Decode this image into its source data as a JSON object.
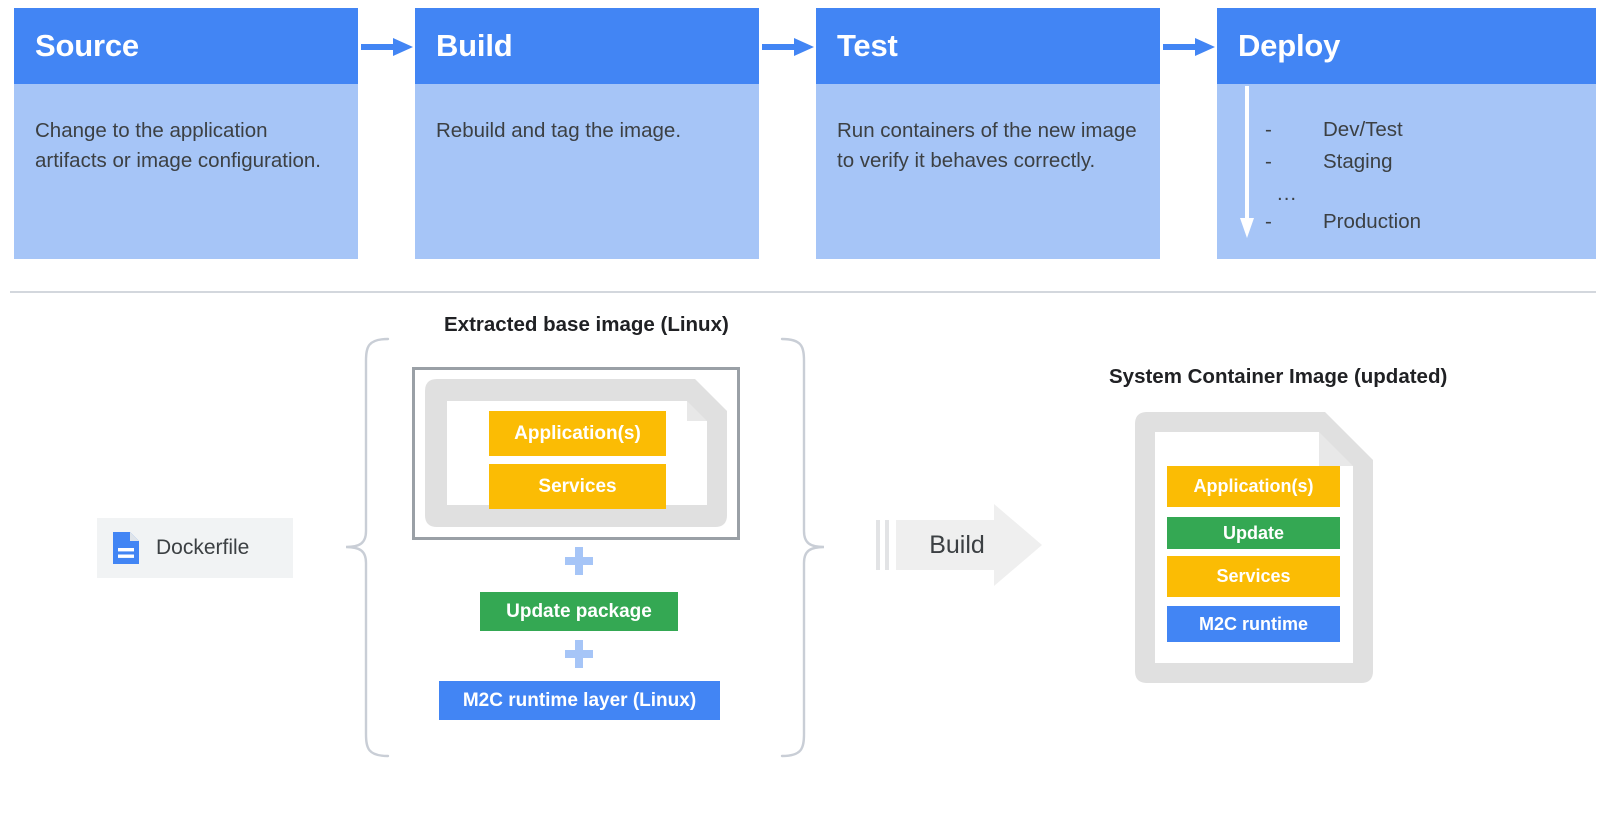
{
  "pipeline": {
    "stages": [
      {
        "title": "Source",
        "body": "Change to the application artifacts or image configuration."
      },
      {
        "title": "Build",
        "body": "Rebuild and tag the image."
      },
      {
        "title": "Test",
        "body": "Run containers of the new image to verify it behaves correctly."
      },
      {
        "title": "Deploy",
        "body": ""
      }
    ],
    "deploy_items": [
      {
        "dash": "-",
        "label": "Dev/Test"
      },
      {
        "dash": "-",
        "label": "Staging"
      },
      {
        "dash": "",
        "label": "..."
      },
      {
        "dash": "-",
        "label": "Production"
      }
    ],
    "arrow_icon": "arrow-right-icon",
    "deploy_flow_icon": "arrow-down-icon"
  },
  "lower": {
    "left_caption": "Extracted base image (Linux)",
    "right_caption": "System Container Image (updated)",
    "dockerfile": {
      "label": "Dockerfile",
      "icon": "document-icon"
    },
    "build": {
      "label": "Build",
      "icon": "arrow-right-icon"
    },
    "left_stack": {
      "doc_layers": [
        {
          "label": "Application(s)",
          "color": "#FBBC04"
        },
        {
          "label": "Services",
          "color": "#FBBC04"
        }
      ],
      "additions": [
        {
          "label": "Update package",
          "color": "#34A853"
        },
        {
          "label": "M2C runtime layer (Linux)",
          "color": "#4285F4"
        }
      ],
      "plus_icon": "plus-icon"
    },
    "right_stack": {
      "layers": [
        {
          "label": "Application(s)",
          "color": "#FBBC04"
        },
        {
          "label": "Update",
          "color": "#34A853"
        },
        {
          "label": "Services",
          "color": "#FBBC04"
        },
        {
          "label": "M2C runtime",
          "color": "#4285F4"
        }
      ]
    },
    "brace_left_icon": "curly-brace-left-icon",
    "brace_right_icon": "curly-brace-right-icon"
  },
  "colors": {
    "blue": "#4285F4",
    "light_blue": "#A6C5F7",
    "yellow": "#FBBC04",
    "green": "#34A853",
    "gray": "#E0E0E0",
    "text": "#3c4043"
  }
}
